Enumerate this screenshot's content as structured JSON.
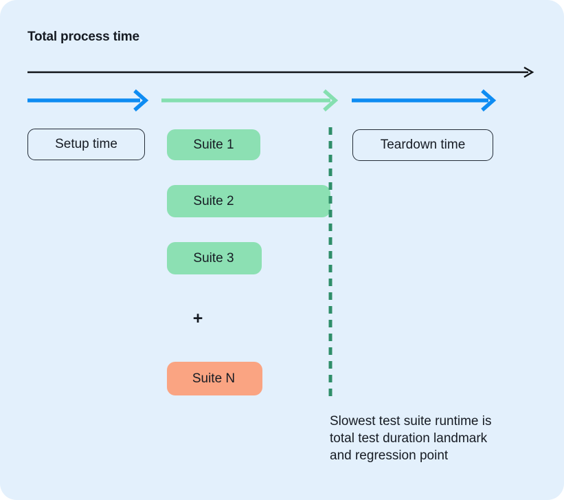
{
  "title": "Total process time",
  "colors": {
    "page_bg": "#ffffff",
    "card_bg": "#e3f0fc",
    "ink": "#161b23",
    "box_border": "#222b36",
    "arrow_black": "#111418",
    "arrow_blue": "#0e8cf2",
    "arrow_green": "#85dfb0",
    "suite_green": "#8ce0b3",
    "suite_salmon": "#faa482",
    "threshold_green": "#2f8e69"
  },
  "phases": {
    "setup_label": "Setup time",
    "teardown_label": "Teardown time"
  },
  "suites": [
    {
      "label": "Suite 1"
    },
    {
      "label": "Suite 2"
    },
    {
      "label": "Suite 3"
    },
    {
      "label": "Suite N"
    }
  ],
  "more_suites_symbol": "+",
  "annotation": {
    "lines": [
      "Slowest test suite runtime is",
      "total test duration landmark",
      "and regression point"
    ]
  }
}
